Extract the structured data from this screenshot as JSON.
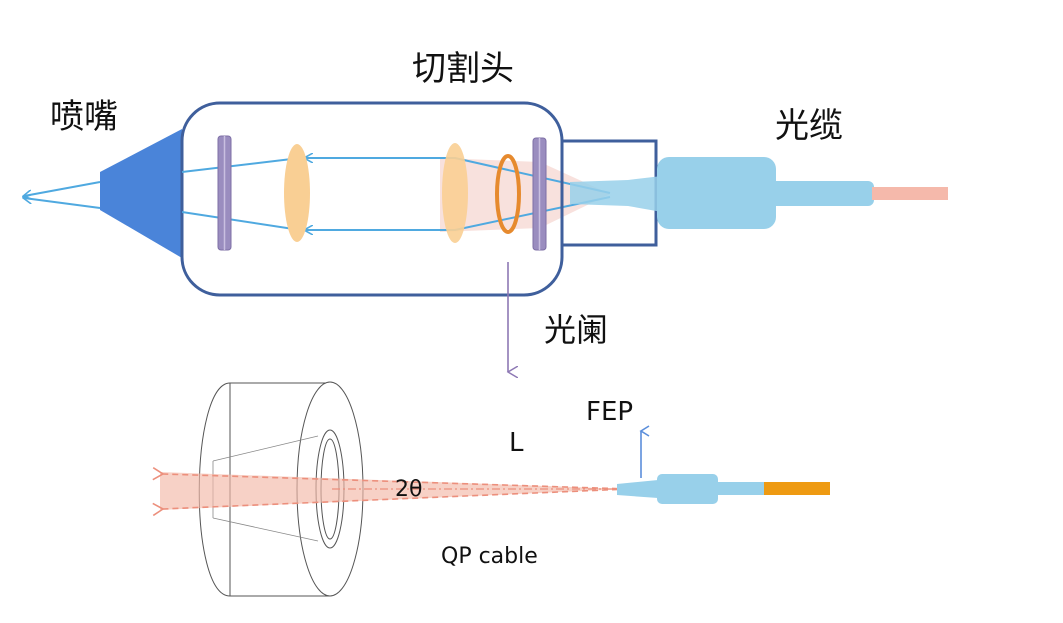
{
  "labels": {
    "nozzle": "喷嘴",
    "cutting_head": "切割头",
    "cable": "光缆",
    "aperture": "光阑",
    "fep": "FEP",
    "length": "L",
    "angle": "2θ",
    "qp_cable": "QP cable"
  },
  "colors": {
    "head_outline": "#3f5f9c",
    "nozzle": "#4a84d9",
    "beam": "#4fa9e0",
    "lens": "#f9cf94",
    "window": "#9a8dbf",
    "aperture_ring": "#e68a2e",
    "connector": "#98d0ea",
    "fiber_pink": "#f5b9ab",
    "fiber_orange": "#ee9a12",
    "diverge": "#f3b9a8",
    "arrow_purple": "#8d78b4",
    "arrow_blue": "#5b8edb"
  }
}
